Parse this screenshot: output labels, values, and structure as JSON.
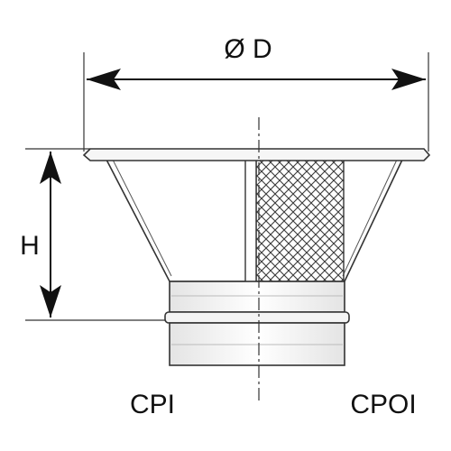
{
  "diagram": {
    "labels": {
      "diameter": "Ø D",
      "height": "H",
      "variant_left": "CPI",
      "variant_right": "CPOI"
    }
  }
}
